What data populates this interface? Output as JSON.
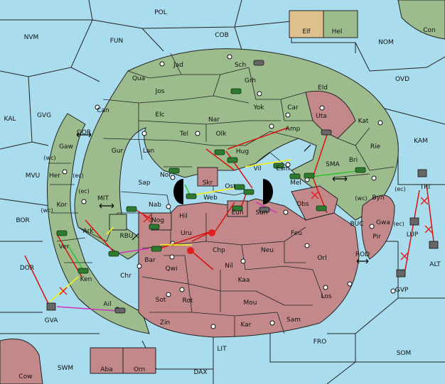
{
  "colors": {
    "sea": "#a9dced",
    "elf": "#dec08c",
    "hel": "#9dbc8d",
    "enemy_land": "#c3898a",
    "border": "#222222",
    "move_order": "#d81010",
    "support_order": "#f0f020",
    "convoy_order": "#d030c0",
    "hold_order": "#30c030",
    "fail_mark": "#e02020"
  },
  "legend": {
    "elf": "Elf",
    "hel": "Hel"
  },
  "seas": [
    {
      "id": "pol",
      "label": "POL"
    },
    {
      "id": "cob",
      "label": "COB"
    },
    {
      "id": "nvm",
      "label": "NVM"
    },
    {
      "id": "fun",
      "label": "FUN"
    },
    {
      "id": "nom",
      "label": "NOM"
    },
    {
      "id": "con",
      "label": "Con"
    },
    {
      "id": "ovd",
      "label": "OVD"
    },
    {
      "id": "kal",
      "label": "KAL"
    },
    {
      "id": "gvg",
      "label": "GVG"
    },
    {
      "id": "gor",
      "label": "GOR"
    },
    {
      "id": "mvu",
      "label": "MVU"
    },
    {
      "id": "mit",
      "label": "MIT"
    },
    {
      "id": "bor",
      "label": "BOR"
    },
    {
      "id": "rbu",
      "label": "RBU"
    },
    {
      "id": "dor",
      "label": "DOR"
    },
    {
      "id": "kam",
      "label": "KAM"
    },
    {
      "id": "sma",
      "label": "SMA"
    },
    {
      "id": "buc",
      "label": "BUC"
    },
    {
      "id": "rod",
      "label": "ROD"
    },
    {
      "id": "alt",
      "label": "ALT"
    },
    {
      "id": "gvp",
      "label": "GVP"
    },
    {
      "id": "fro",
      "label": "FRO"
    },
    {
      "id": "som",
      "label": "SOM"
    },
    {
      "id": "lit",
      "label": "LIT"
    },
    {
      "id": "swm",
      "label": "SWM"
    },
    {
      "id": "dax",
      "label": "DAX"
    },
    {
      "id": "cow",
      "label": "Cow"
    },
    {
      "id": "aba",
      "label": "Aba"
    },
    {
      "id": "orn",
      "label": "Orn"
    },
    {
      "id": "gva",
      "label": "GVA"
    },
    {
      "id": "tri",
      "label": "TRI"
    },
    {
      "id": "lup",
      "label": "LUP"
    }
  ],
  "provinces": [
    {
      "id": "jad",
      "label": "Jad"
    },
    {
      "id": "sch",
      "label": "Sch"
    },
    {
      "id": "qua",
      "label": "Qua"
    },
    {
      "id": "grh",
      "label": "Grh"
    },
    {
      "id": "jos",
      "label": "Jos"
    },
    {
      "id": "eld",
      "label": "Eld"
    },
    {
      "id": "can",
      "label": "Can"
    },
    {
      "id": "yok",
      "label": "Yok"
    },
    {
      "id": "car",
      "label": "Car"
    },
    {
      "id": "uta",
      "label": "Uta"
    },
    {
      "id": "elc",
      "label": "Elc"
    },
    {
      "id": "nar",
      "label": "Nar"
    },
    {
      "id": "kat",
      "label": "Kat"
    },
    {
      "id": "tel",
      "label": "Tel"
    },
    {
      "id": "olk",
      "label": "Olk"
    },
    {
      "id": "amp",
      "label": "Amp"
    },
    {
      "id": "gaw",
      "label": "Gaw"
    },
    {
      "id": "gur",
      "label": "Gur"
    },
    {
      "id": "lan",
      "label": "Lan"
    },
    {
      "id": "hug",
      "label": "Hug"
    },
    {
      "id": "rie",
      "label": "Rie"
    },
    {
      "id": "her",
      "label": "Her"
    },
    {
      "id": "nor",
      "label": "Nor"
    },
    {
      "id": "vil",
      "label": "Vil"
    },
    {
      "id": "esm",
      "label": "Esm"
    },
    {
      "id": "bri",
      "label": "Bri"
    },
    {
      "id": "sap",
      "label": "Sap"
    },
    {
      "id": "skr",
      "label": "Skr"
    },
    {
      "id": "ost",
      "label": "Ost"
    },
    {
      "id": "mel",
      "label": "Mel"
    },
    {
      "id": "kor",
      "label": "Kor"
    },
    {
      "id": "web",
      "label": "Web"
    },
    {
      "id": "byn",
      "label": "Byn"
    },
    {
      "id": "nab",
      "label": "Nab"
    },
    {
      "id": "eun",
      "label": "Eun"
    },
    {
      "id": "sun",
      "label": "Sun"
    },
    {
      "id": "obs",
      "label": "Obs"
    },
    {
      "id": "gwa",
      "label": "Gwa"
    },
    {
      "id": "hil",
      "label": "Hil"
    },
    {
      "id": "nog",
      "label": "Nog"
    },
    {
      "id": "ark",
      "label": "Ark"
    },
    {
      "id": "uru",
      "label": "Uru"
    },
    {
      "id": "feu",
      "label": "Feu"
    },
    {
      "id": "pir",
      "label": "Pir"
    },
    {
      "id": "ver",
      "label": "Ver"
    },
    {
      "id": "bar",
      "label": "Bar"
    },
    {
      "id": "chp",
      "label": "Chp"
    },
    {
      "id": "neu",
      "label": "Neu"
    },
    {
      "id": "orl",
      "label": "Orl"
    },
    {
      "id": "qwi",
      "label": "Qwi"
    },
    {
      "id": "nil",
      "label": "Nil"
    },
    {
      "id": "chr",
      "label": "Chr"
    },
    {
      "id": "ken",
      "label": "Ken"
    },
    {
      "id": "kaa",
      "label": "Kaa"
    },
    {
      "id": "sot",
      "label": "Sot"
    },
    {
      "id": "rot",
      "label": "Rot"
    },
    {
      "id": "mou",
      "label": "Mou"
    },
    {
      "id": "los",
      "label": "Los"
    },
    {
      "id": "ail",
      "label": "Ail"
    },
    {
      "id": "zin",
      "label": "Zin"
    },
    {
      "id": "kar",
      "label": "Kar"
    },
    {
      "id": "sam",
      "label": "Sam"
    }
  ],
  "coast_tags": {
    "wc": "(wc)",
    "ec": "(ec)"
  }
}
